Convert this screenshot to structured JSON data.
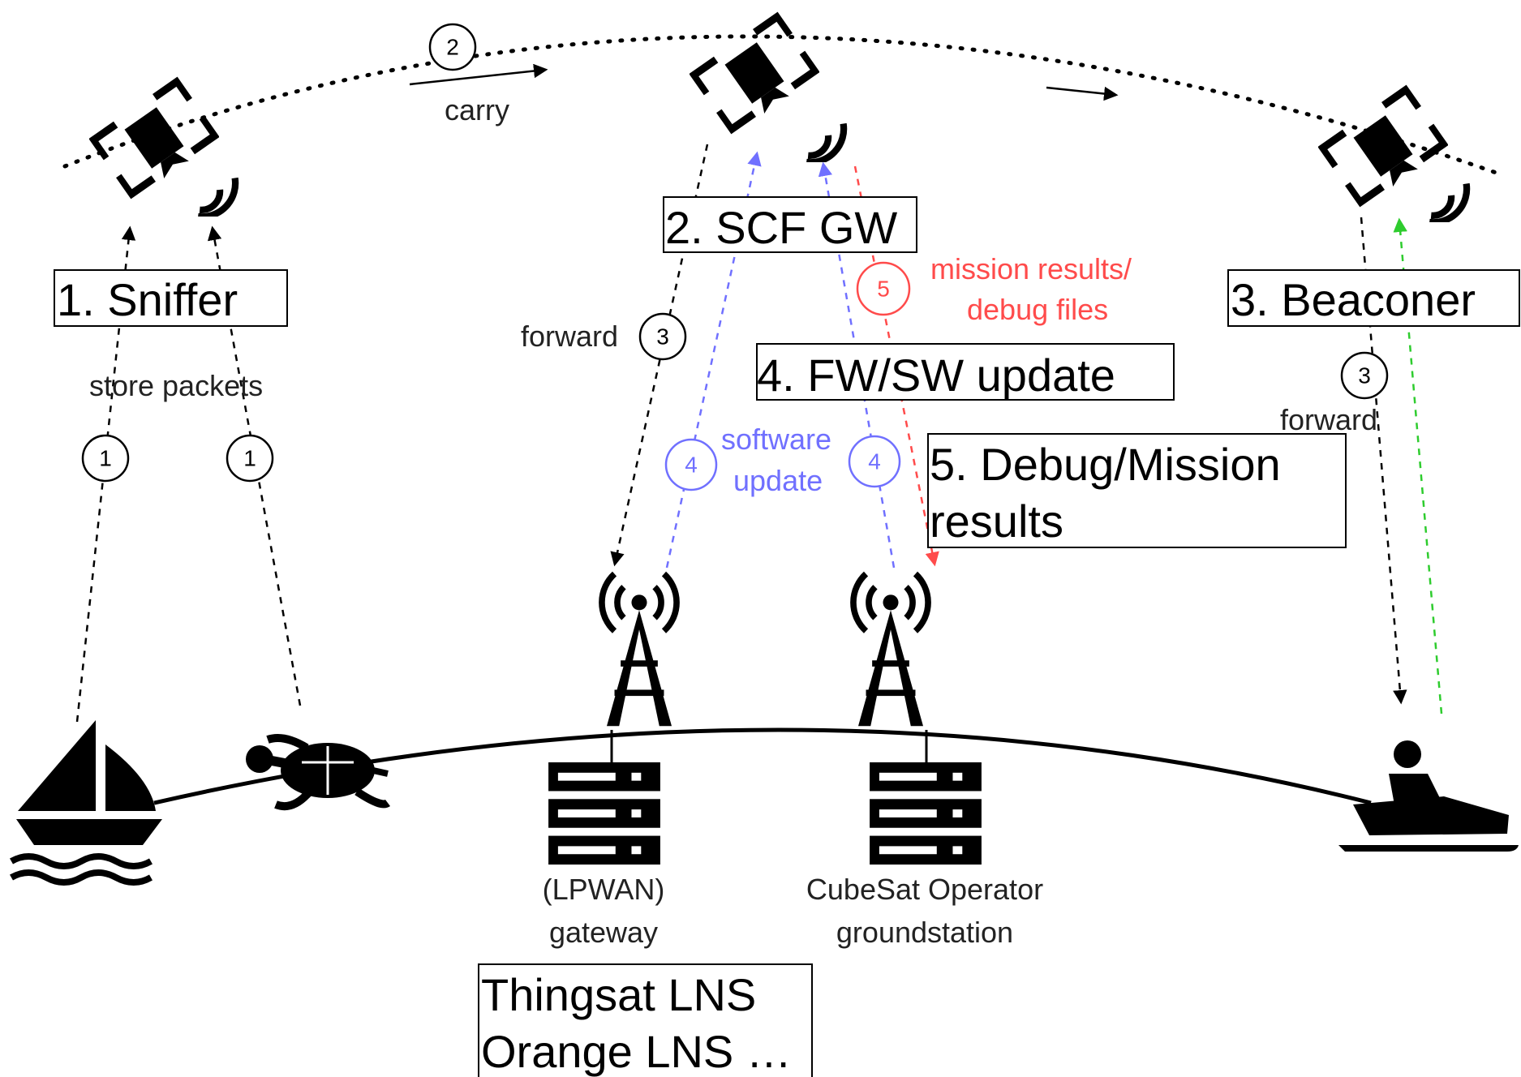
{
  "colors": {
    "black": "#000000",
    "blue": "#7070ff",
    "red": "#ff4b4b",
    "green": "#2ecc2e"
  },
  "roles": {
    "sniffer": "1. Sniffer",
    "scf_gw": "2. SCF GW",
    "beaconer": "3. Beaconer",
    "fw_sw_update": "4. FW/SW update",
    "debug_mission_line1": "5. Debug/Mission",
    "debug_mission_line2": "results",
    "lns_line1": "Thingsat LNS",
    "lns_line2": "Orange LNS …"
  },
  "arrow_labels": {
    "carry": "carry",
    "store_packets": "store packets",
    "forward_left": "forward",
    "forward_right": "forward",
    "software_update_line1": "software",
    "software_update_line2": "update",
    "mission_results_line1": "mission results/",
    "mission_results_line2": "debug files"
  },
  "step_numbers": {
    "carry_step": "2",
    "sniffer_step_a": "1",
    "sniffer_step_b": "1",
    "forward_left_step": "3",
    "forward_right_step": "3",
    "update_step_a": "4",
    "update_step_b": "4",
    "results_step": "5"
  },
  "ground": {
    "gateway_line1": "(LPWAN)",
    "gateway_line2": "gateway",
    "groundstation_line1": "CubeSat Operator",
    "groundstation_line2": "groundstation"
  },
  "icons": [
    "satellite-icon",
    "radio-waves-icon",
    "antenna-tower-icon",
    "server-stack-icon",
    "sailboat-icon",
    "sea-turtle-icon",
    "snowmobile-icon"
  ]
}
